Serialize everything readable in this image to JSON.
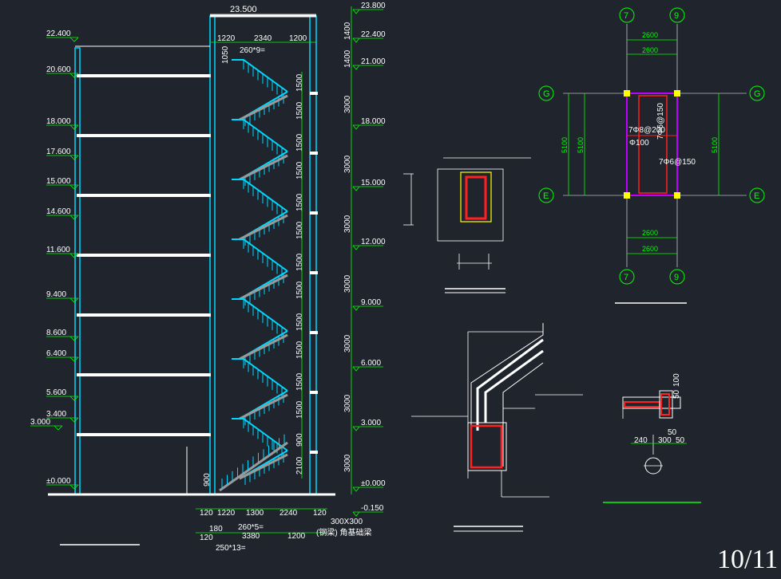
{
  "section": {
    "top_dims": {
      "width_total": "23.500",
      "d1": "1220",
      "d2": "2340",
      "d3": "1200",
      "tread_note": "260*9="
    },
    "left_elevations": [
      "22.400",
      "20.600",
      "18.000",
      "17.600",
      "15.000",
      "14.600",
      "11.600",
      "9.400",
      "8.600",
      "6.400",
      "5.600",
      "3.400",
      "3.000",
      "±0.000"
    ],
    "right_elevations": [
      "23.800",
      "22.400",
      "21.000",
      "18.000",
      "15.000",
      "12.000",
      "9.000",
      "6.000",
      "3.000",
      "±0.000",
      "-0.150"
    ],
    "right_dims": [
      "1400",
      "1400",
      "3000",
      "3000",
      "3000",
      "3000",
      "3000",
      "3000",
      "3000"
    ],
    "mid_dims": [
      "1050",
      "1500",
      "1500",
      "1500",
      "1500",
      "1500",
      "1500",
      "1500",
      "1500",
      "1500",
      "1500",
      "1500",
      "1500",
      "900",
      "2100",
      "900"
    ],
    "bottom_dims": {
      "a": "120",
      "b": "1220",
      "c": "1300",
      "d": "2240",
      "e": "120",
      "f": "180",
      "g": "260*5=",
      "h": "3380",
      "i": "1200",
      "j": "120",
      "k": "250*13=",
      "l": "300X300",
      "m": "(钢梁) 角基础梁"
    }
  },
  "plan": {
    "axes_top": [
      "7",
      "9"
    ],
    "axes_bottom": [
      "7",
      "9"
    ],
    "axes_left": [
      "G",
      "E"
    ],
    "axes_right": [
      "G",
      "E"
    ],
    "dims_h": [
      "2600",
      "2600",
      "2600",
      "2600"
    ],
    "dims_v": [
      "5100",
      "5100",
      "5100"
    ],
    "notes": [
      "7Φ8@200",
      "7Φ6@150",
      "Φ100",
      "7Φ6@150"
    ]
  },
  "detail_dims": [
    "50",
    "100",
    "50",
    "240",
    "300",
    "50"
  ],
  "page_number": "10/11"
}
